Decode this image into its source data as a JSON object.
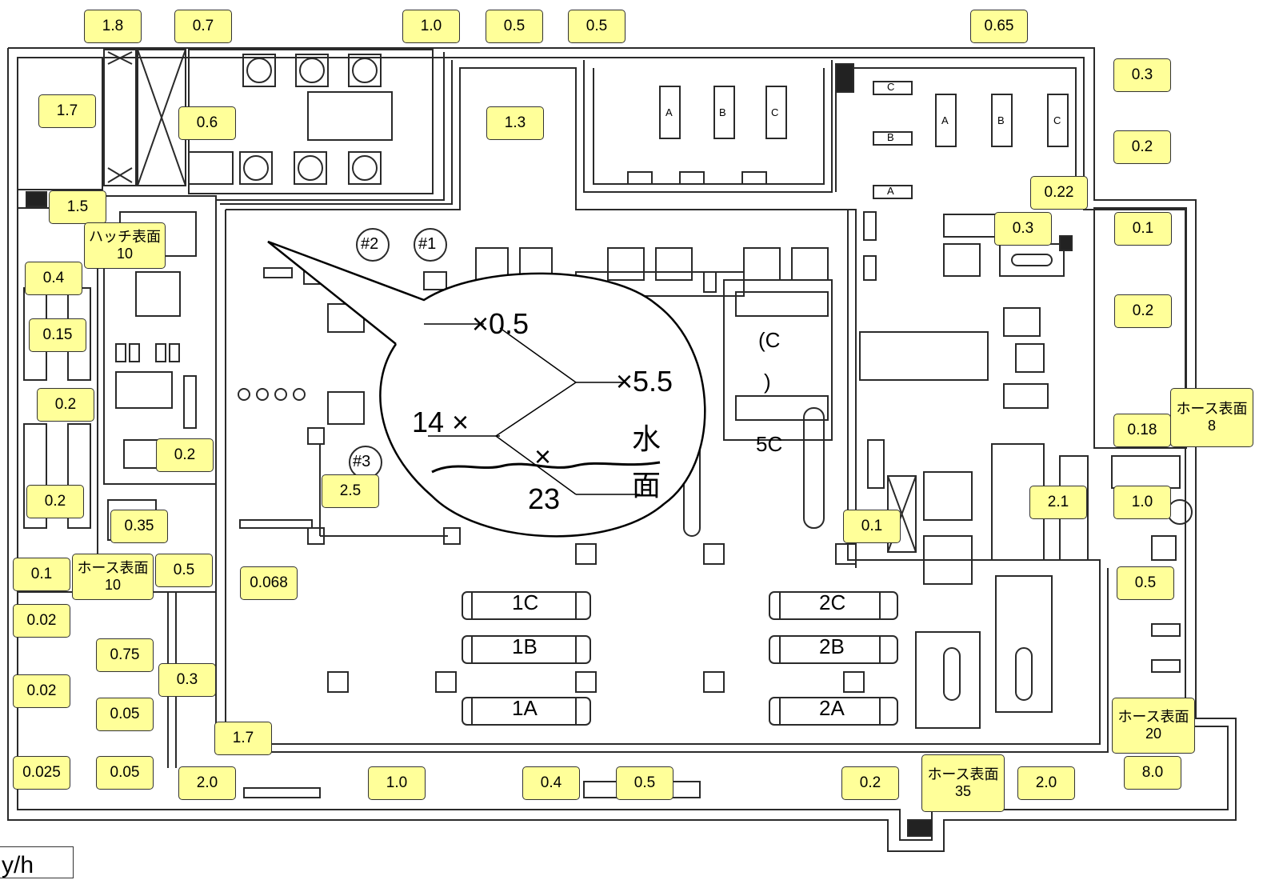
{
  "colors": {
    "label_fill": "#ffff99",
    "line": "#2a2a2a"
  },
  "labels": [
    {
      "text": "1.8"
    },
    {
      "text": "0.7"
    },
    {
      "text": "1.0"
    },
    {
      "text": "0.5"
    },
    {
      "text": "0.5"
    },
    {
      "text": "0.65"
    },
    {
      "text": "0.3"
    },
    {
      "text": "1.7"
    },
    {
      "text": "0.6"
    },
    {
      "text": "1.3"
    },
    {
      "text": "0.2"
    },
    {
      "text": "0.22"
    },
    {
      "text": "1.5"
    },
    {
      "text": "ハッチ表面\n10"
    },
    {
      "text": "0.3"
    },
    {
      "text": "0.1"
    },
    {
      "text": "0.4"
    },
    {
      "text": "0.15"
    },
    {
      "text": "0.2"
    },
    {
      "text": "0.2"
    },
    {
      "text": "0.2"
    },
    {
      "text": "ホース表面\n8"
    },
    {
      "text": "0.18"
    },
    {
      "text": "0.2"
    },
    {
      "text": "2.5"
    },
    {
      "text": "2.1"
    },
    {
      "text": "1.0"
    },
    {
      "text": "0.35"
    },
    {
      "text": "0.1"
    },
    {
      "text": "0.1"
    },
    {
      "text": "ホース表面\n10"
    },
    {
      "text": "0.5"
    },
    {
      "text": "0.068"
    },
    {
      "text": "0.5"
    },
    {
      "text": "0.02"
    },
    {
      "text": "0.75"
    },
    {
      "text": "0.3"
    },
    {
      "text": "0.02"
    },
    {
      "text": "0.05"
    },
    {
      "text": "ホース表面\n20"
    },
    {
      "text": "1.7"
    },
    {
      "text": "0.025"
    },
    {
      "text": "0.05"
    },
    {
      "text": "2.0"
    },
    {
      "text": "1.0"
    },
    {
      "text": "0.4"
    },
    {
      "text": "0.5"
    },
    {
      "text": "0.2"
    },
    {
      "text": "ホース表面\n35"
    },
    {
      "text": "2.0"
    },
    {
      "text": "8.0"
    }
  ],
  "callout": {
    "top": "×0.5",
    "right": "×5.5",
    "left": "14 ×",
    "bottom_mark": "×",
    "bottom": "23",
    "water1": "水",
    "water2": "面"
  },
  "equipment": {
    "tank1c": "1C",
    "tank1b": "1B",
    "tank1a": "1A",
    "tank2c": "2C",
    "tank2b": "2B",
    "tank2a": "2A",
    "n1": "#1",
    "n2": "#2",
    "n3": "#3",
    "t5c": "5C",
    "tc": "(C",
    "tc2": ")",
    "a1": "A",
    "b1": "B",
    "c1": "C",
    "c2": "C",
    "b2": "B",
    "a2": "A",
    "a3": "A",
    "b3": "B",
    "c3": "C"
  },
  "unit": "y/h"
}
